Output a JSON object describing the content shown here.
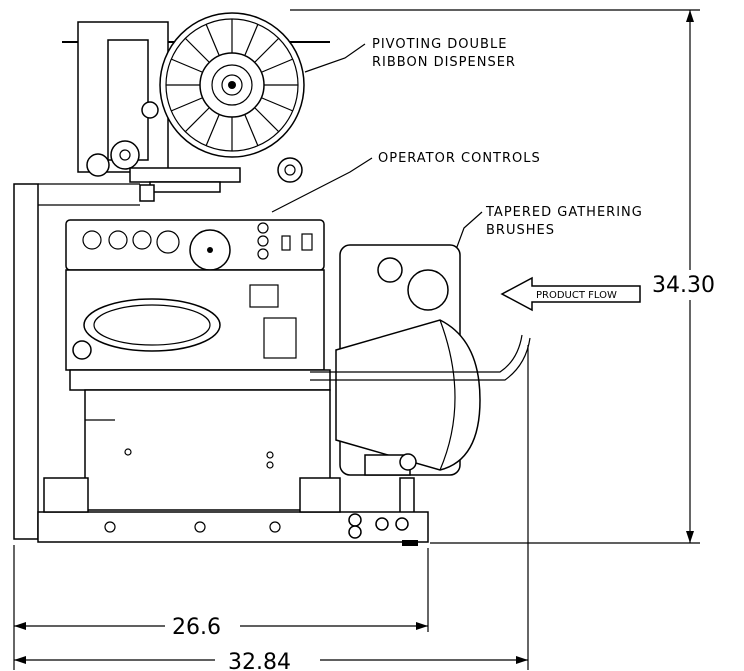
{
  "callouts": {
    "dispenser_line1": "PIVOTING DOUBLE",
    "dispenser_line2": "RIBBON DISPENSER",
    "controls": "OPERATOR CONTROLS",
    "brushes_line1": "TAPERED GATHERING",
    "brushes_line2": "BRUSHES",
    "flow": "PRODUCT FLOW"
  },
  "dimensions": {
    "height": "34.30",
    "width_inner": "26.6",
    "width_outer": "32.84"
  }
}
